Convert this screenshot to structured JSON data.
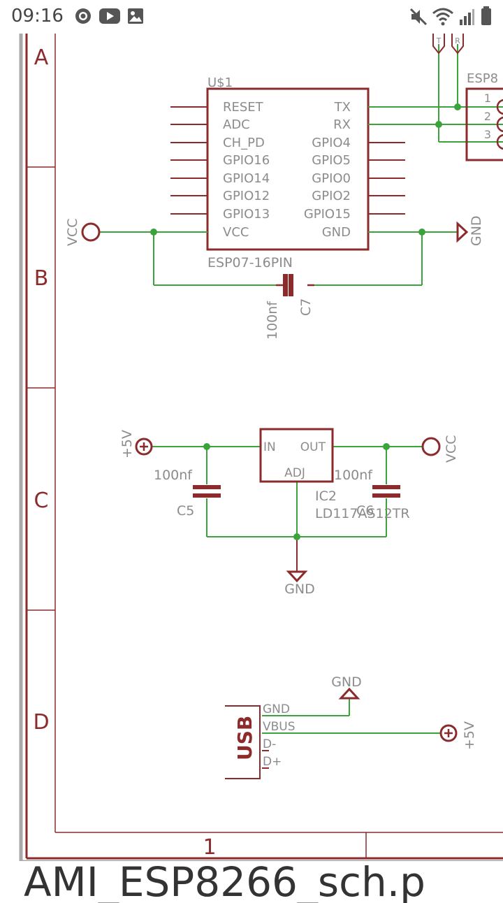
{
  "status_bar": {
    "time": "09:16",
    "icons_left": [
      "record-icon",
      "youtube-icon",
      "image-icon"
    ],
    "icons_right": [
      "mute-icon",
      "wifi-icon",
      "signal-icon",
      "battery-icon"
    ]
  },
  "schematic": {
    "row_labels": [
      "A",
      "B",
      "C",
      "D"
    ],
    "column_label": "1",
    "colors": {
      "part": "#8b2b2b",
      "wire": "#3aa33a",
      "text": "#8c8c8c",
      "frame": "#8b2b2b"
    },
    "u1": {
      "name": "U$1",
      "value": "ESP07-16PIN",
      "left_pins": [
        "RESET",
        "ADC",
        "CH_PD",
        "GPIO16",
        "GPIO14",
        "GPIO12",
        "GPIO13",
        "VCC"
      ],
      "right_pins": [
        "TX",
        "RX",
        "GPIO4",
        "GPIO5",
        "GPIO0",
        "GPIO2",
        "GPIO15",
        "GND"
      ]
    },
    "top_right": {
      "connector_label": "ESP8",
      "pins": [
        "1",
        "2",
        "3"
      ],
      "rot_labels": [
        "T",
        "R"
      ]
    },
    "vcc_label": "VCC",
    "gnd_label": "GND",
    "c7": {
      "name": "C7",
      "value": "100nf"
    },
    "regulator": {
      "name": "IC2",
      "value": "LD117AS12TR",
      "pin_in": "IN",
      "pin_out": "OUT",
      "pin_adj": "ADJ"
    },
    "c5": {
      "name": "C5",
      "value": "100nf"
    },
    "c6": {
      "name": "C6",
      "value": "100nf"
    },
    "plus5v_label": "+5V",
    "usb": {
      "label": "USB",
      "pins": [
        "GND",
        "VBUS",
        "D-",
        "D+"
      ]
    }
  },
  "footer": {
    "filename": "AMI_ESP8266_sch.p"
  }
}
